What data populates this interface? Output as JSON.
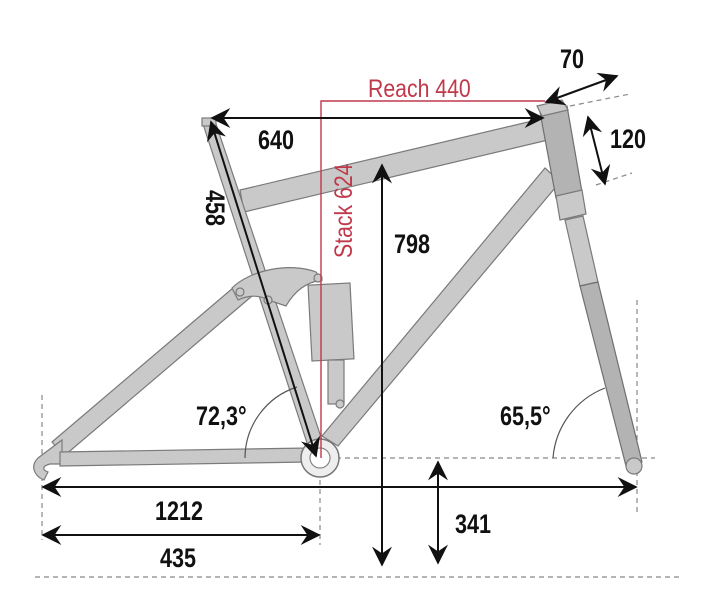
{
  "colors": {
    "frame": "#c9c9c9",
    "dimension": "#111111",
    "reach_stack": "#c0394b"
  },
  "labels": {
    "reach": "Reach 440",
    "stack": "Stack 624",
    "head_tube_offset": "70",
    "head_tube_length": "120",
    "top_tube": "640",
    "seat_tube": "458",
    "standover": "798",
    "seat_angle": "72,3°",
    "head_angle": "65,5°",
    "wheelbase": "1212",
    "chainstay": "435",
    "bb_height": "341"
  }
}
